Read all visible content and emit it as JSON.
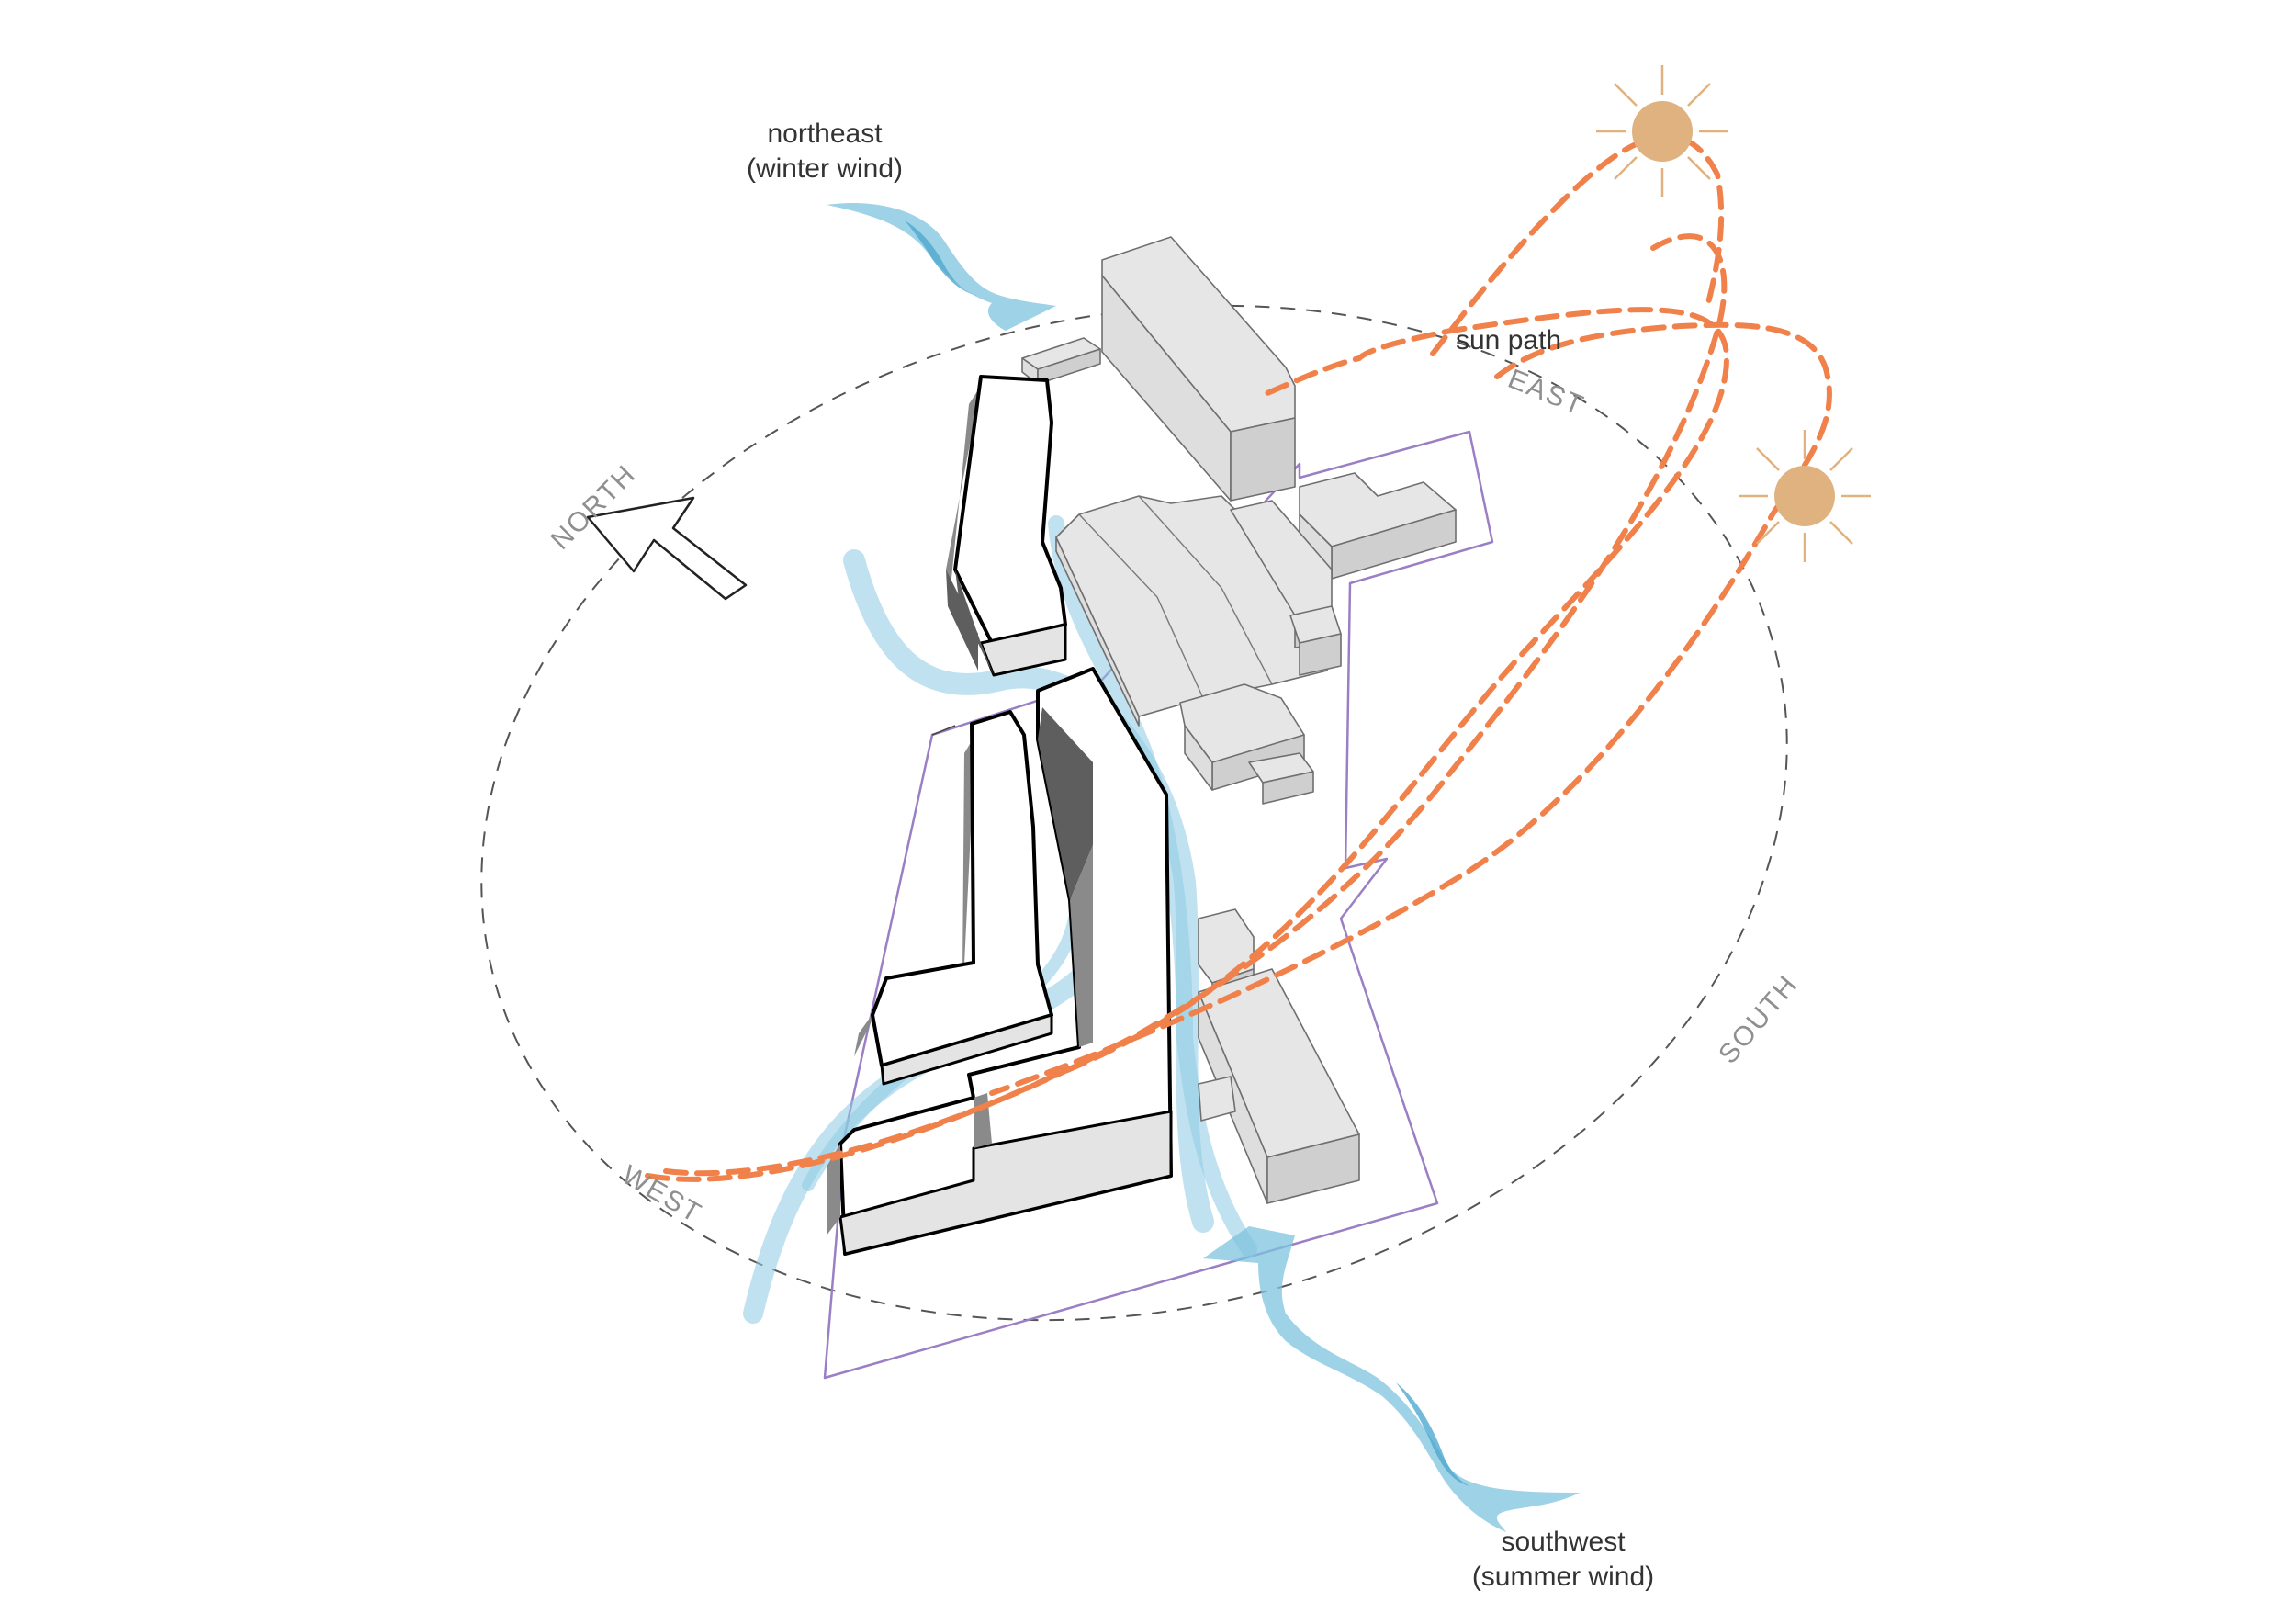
{
  "labels": {
    "northeast": "northeast",
    "northeast_sub": "(winter wind)",
    "southwest": "southwest",
    "southwest_sub": "(summer wind)",
    "sun_path": "sun path"
  },
  "compass": {
    "north": "NORTH",
    "east": "EAST",
    "south": "SOUTH",
    "west": "WEST"
  },
  "colors": {
    "sun": "#dfb27f",
    "sun_path": "#f0814a",
    "wind": "#7ec3df",
    "site_boundary": "#9b7fc4",
    "existing_buildings": "#dedede",
    "proposed_outline": "#000000"
  },
  "icons": [
    "sun-icon",
    "north-arrow-icon"
  ]
}
